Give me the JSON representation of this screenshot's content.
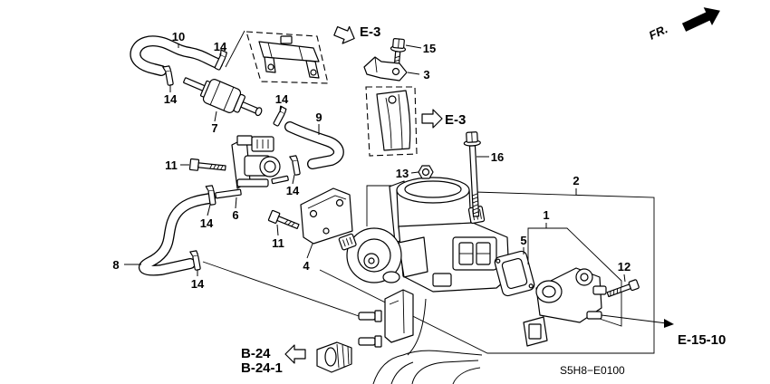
{
  "diagram": {
    "callouts": [
      {
        "label": "10"
      },
      {
        "label": "14"
      },
      {
        "label": "14"
      },
      {
        "label": "7"
      },
      {
        "label": "14"
      },
      {
        "label": "9"
      },
      {
        "label": "11"
      },
      {
        "label": "14"
      },
      {
        "label": "6"
      },
      {
        "label": "14"
      },
      {
        "label": "11"
      },
      {
        "label": "8"
      },
      {
        "label": "14"
      },
      {
        "label": "4"
      },
      {
        "label": "15"
      },
      {
        "label": "3"
      },
      {
        "label": "16"
      },
      {
        "label": "13"
      },
      {
        "label": "2"
      },
      {
        "label": "1"
      },
      {
        "label": "5"
      },
      {
        "label": "12"
      }
    ],
    "references": [
      {
        "label": "E-3"
      },
      {
        "label": "E-3"
      },
      {
        "label": "E-15-10"
      },
      {
        "label": "B-24"
      },
      {
        "label": "B-24-1"
      }
    ],
    "direction_label": "FR.",
    "diagram_code": "S5H8−E0100"
  },
  "colors": {
    "ink": "#000000",
    "background": "#ffffff"
  }
}
